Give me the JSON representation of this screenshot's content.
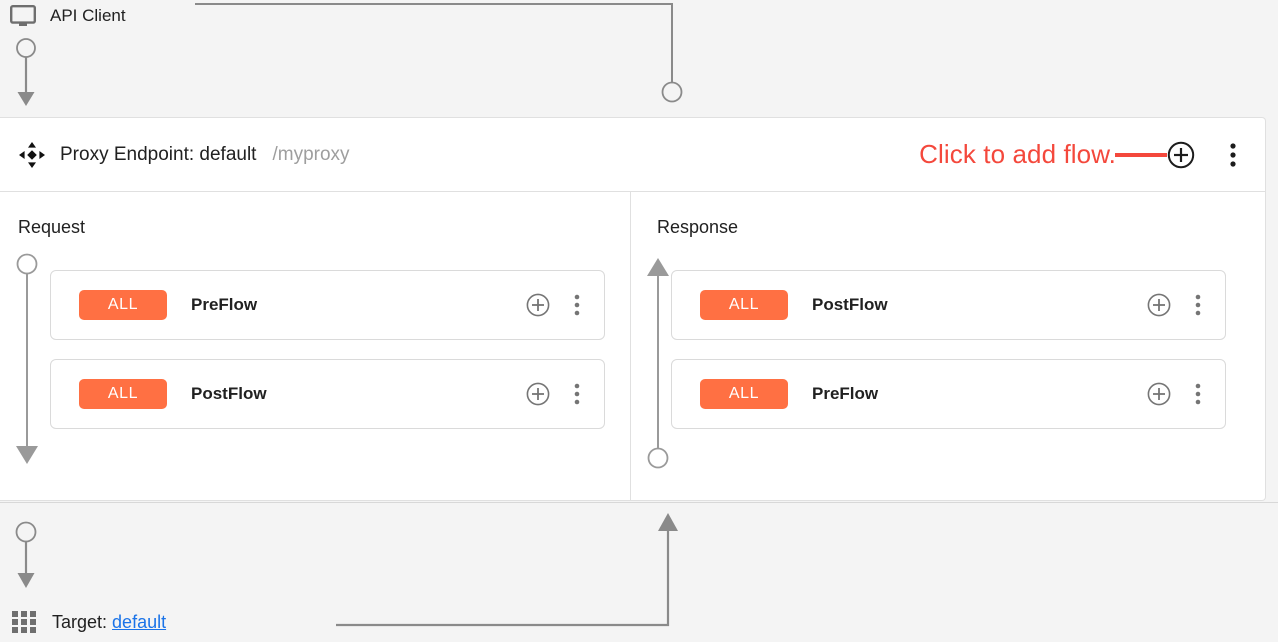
{
  "client": {
    "label": "API Client",
    "icon": "monitor-icon"
  },
  "endpoint": {
    "move_icon": "move-handle-icon",
    "title": "Proxy Endpoint: default",
    "path": "/myproxy",
    "annotation": "Click to add flow.",
    "annotation_color": "#f4483c",
    "add_icon": "plus-circle-icon",
    "menu_icon": "kebab-menu-icon"
  },
  "columns": [
    {
      "key": "request",
      "title": "Request",
      "direction": "down",
      "flows": [
        {
          "badge": "ALL",
          "name": "PreFlow",
          "add_icon": "plus-circle-icon",
          "menu_icon": "kebab-menu-icon"
        },
        {
          "badge": "ALL",
          "name": "PostFlow",
          "add_icon": "plus-circle-icon",
          "menu_icon": "kebab-menu-icon"
        }
      ]
    },
    {
      "key": "response",
      "title": "Response",
      "direction": "up",
      "flows": [
        {
          "badge": "ALL",
          "name": "PostFlow",
          "add_icon": "plus-circle-icon",
          "menu_icon": "kebab-menu-icon"
        },
        {
          "badge": "ALL",
          "name": "PreFlow",
          "add_icon": "plus-circle-icon",
          "menu_icon": "kebab-menu-icon"
        }
      ]
    }
  ],
  "target": {
    "icon": "grid-icon",
    "label": "Target:",
    "name": "default",
    "link_color": "#1a73e8"
  },
  "colors": {
    "badge_orange": "#ff7043",
    "annotation_red": "#f4483c",
    "link_blue": "#1a73e8",
    "connector_gray": "#8a8a8a",
    "canvas_gray": "#f4f4f4",
    "card_white": "#ffffff",
    "border_gray": "#e0e0e0"
  }
}
